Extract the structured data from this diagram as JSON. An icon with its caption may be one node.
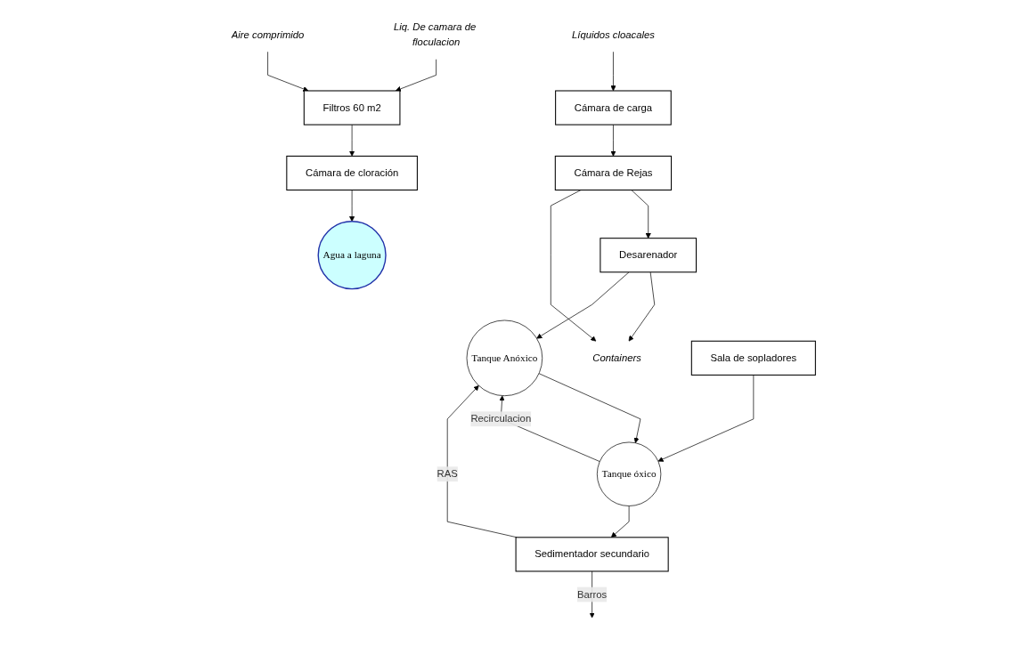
{
  "diagram": {
    "nodes": [
      {
        "text": [
          "Líquidos cloacales"
        ]
      },
      {
        "text": [
          "Cámara de carga"
        ]
      },
      {
        "text": [
          "Cámara de Rejas"
        ]
      },
      {
        "text": [
          "Desarenador"
        ]
      },
      {
        "text": [
          "Containers"
        ]
      },
      {
        "text": [
          "Tanque Anóxico"
        ]
      },
      {
        "text": [
          "Tanque óxico"
        ]
      },
      {
        "text": [
          "Sala de sopladores"
        ]
      },
      {
        "text": [
          "Sedimentador secundario"
        ]
      },
      {
        "text": [
          "Agua a laguna"
        ]
      },
      {
        "text": [
          "Cámara de cloración"
        ]
      },
      {
        "text": [
          "Filtros 60 m2"
        ]
      },
      {
        "text": [
          "Liq. De camara de floculacion"
        ]
      },
      {
        "text": [
          "Aire comprimido"
        ]
      }
    ],
    "edges": [
      {
        "from": 0,
        "to": 1,
        "arrow": "to"
      },
      {
        "from": 1,
        "to": 2,
        "arrow": "to"
      },
      {
        "from": 2,
        "to": 3,
        "arrow": "to"
      },
      {
        "from": 2,
        "to": 4,
        "arrow": "to"
      },
      {
        "from": 3,
        "to": 4,
        "arrow": "to"
      },
      {
        "from": 3,
        "to": 5,
        "arrow": "to"
      },
      {
        "from": 5,
        "to": 6,
        "arrow": "to"
      },
      {
        "from": 6,
        "to": 5,
        "arrow": "to",
        "label": "Recirculacion"
      },
      {
        "from": 7,
        "to": 6,
        "arrow": "to"
      },
      {
        "from": 6,
        "to": 8,
        "arrow": "to"
      },
      {
        "from": 8,
        "to": 5,
        "arrow": "to",
        "label": "RAS"
      },
      {
        "from": 8,
        "to": null,
        "arrow": "to",
        "label": "Barros"
      },
      {
        "from": 12,
        "to": 11,
        "arrow": "to"
      },
      {
        "from": 13,
        "to": 11,
        "arrow": "to"
      },
      {
        "from": 11,
        "to": 10,
        "arrow": "to"
      },
      {
        "from": 10,
        "to": 9,
        "arrow": "to"
      }
    ]
  }
}
